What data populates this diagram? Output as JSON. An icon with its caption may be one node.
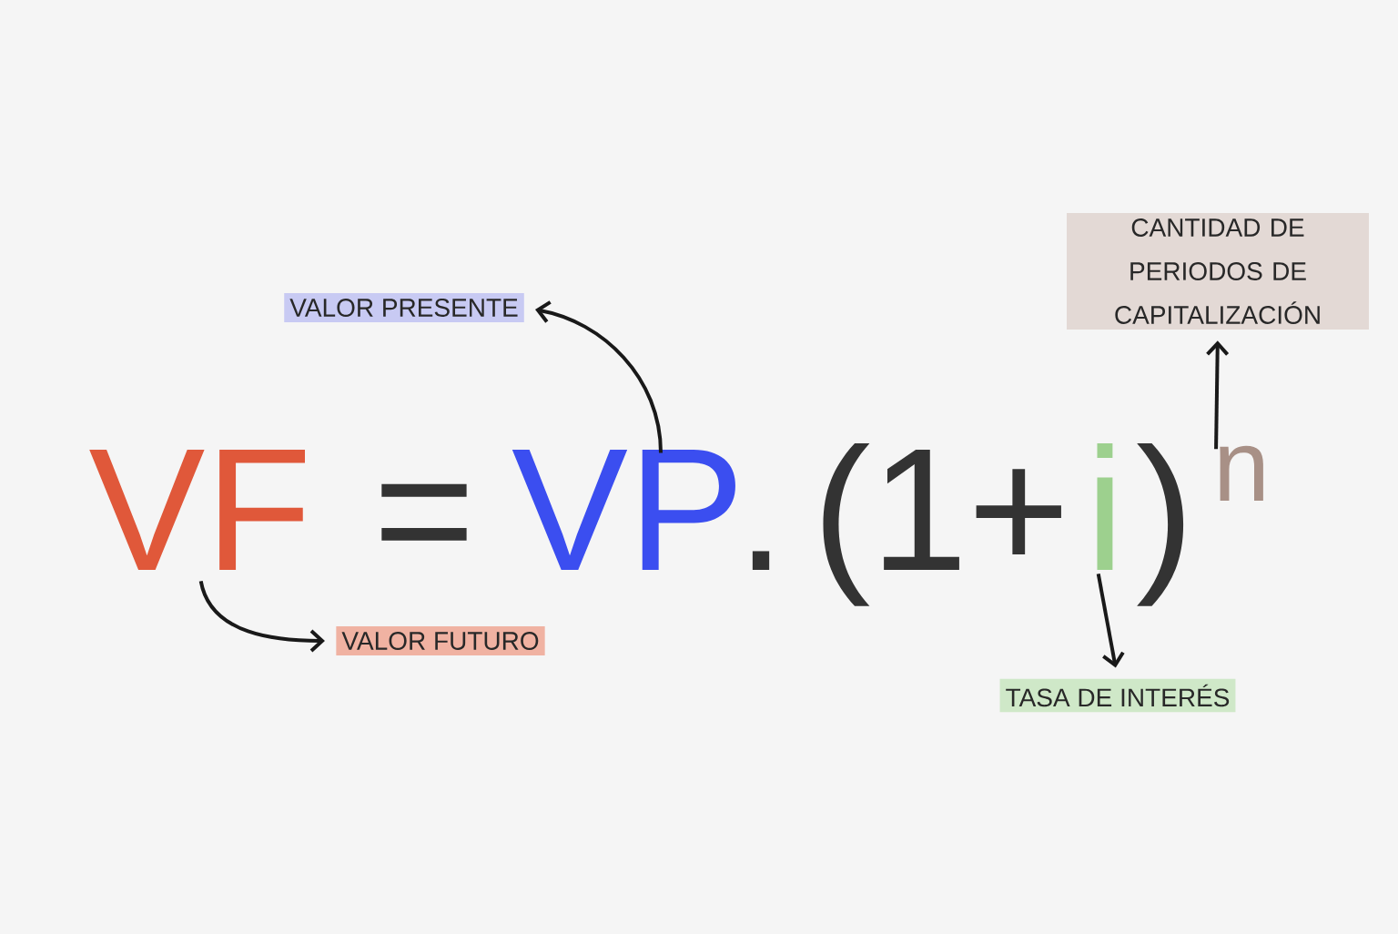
{
  "diagram": {
    "nodes": [
      {
        "text": [
          "VALOR PRESENTE"
        ]
      },
      {
        "text": [
          "CANTIDAD DE PERIODOS DE CAPITALIZACIÓN"
        ]
      },
      {
        "text": [
          "VF"
        ]
      },
      {
        "text": [
          "VP"
        ]
      },
      {
        "text": [
          "i"
        ]
      },
      {
        "text": [
          "n"
        ]
      },
      {
        "text": [
          "VALOR FUTURO"
        ]
      },
      {
        "text": [
          "TASA DE INTERÉS"
        ]
      }
    ],
    "edges": [
      {
        "from": 2,
        "to": 6,
        "arrow": "to"
      },
      {
        "from": 3,
        "to": 0,
        "arrow": "to"
      },
      {
        "from": 4,
        "to": 7,
        "arrow": "to"
      },
      {
        "from": 5,
        "to": 1,
        "arrow": "to"
      }
    ],
    "labels": [
      "=",
      ".",
      "(1+",
      ")"
    ]
  }
}
